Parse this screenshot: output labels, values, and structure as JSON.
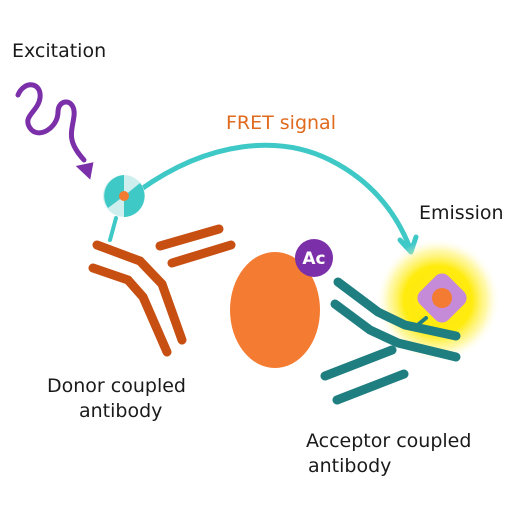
{
  "labels": {
    "excitation": "Excitation",
    "fret_signal": "FRET signal",
    "emission": "Emission",
    "donor_line1": "Donor coupled",
    "donor_line2": "antibody",
    "acceptor_line1": "Acceptor coupled",
    "acceptor_line2": "antibody",
    "ac_badge": "Ac"
  },
  "colors": {
    "excitation_arrow": "#7b2fa8",
    "fret_arrow": "#3ec8c6",
    "donor_antibody": "#c84f12",
    "acceptor_antibody": "#1f7f80",
    "antigen": "#f47c32",
    "ac_badge": "#7b2fa8",
    "emission_glow": "#ffe81a",
    "acceptor_dye": "#c58ad8"
  }
}
